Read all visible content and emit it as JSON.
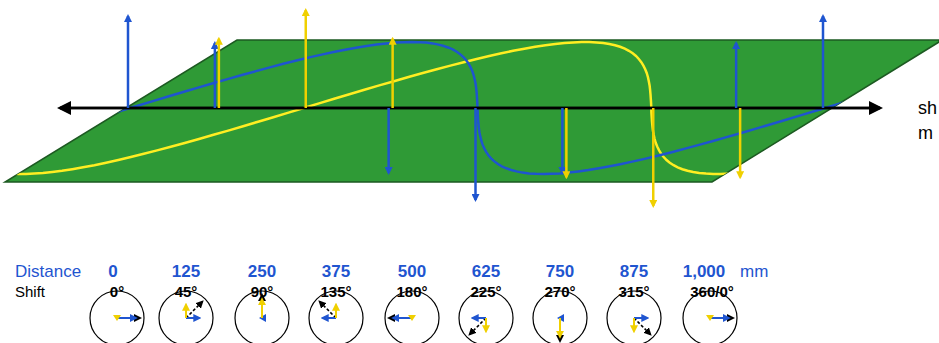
{
  "diagram": {
    "labels": [
      "sh",
      "m",
      "Distance",
      "0",
      "125",
      "250",
      "375",
      "500",
      "625",
      "750",
      "875",
      "1,000",
      "mm",
      "Shift",
      "0°",
      "45°",
      "90°",
      "135°",
      "180°",
      "225°",
      "270°",
      "315°",
      "360/0°"
    ]
  }
}
